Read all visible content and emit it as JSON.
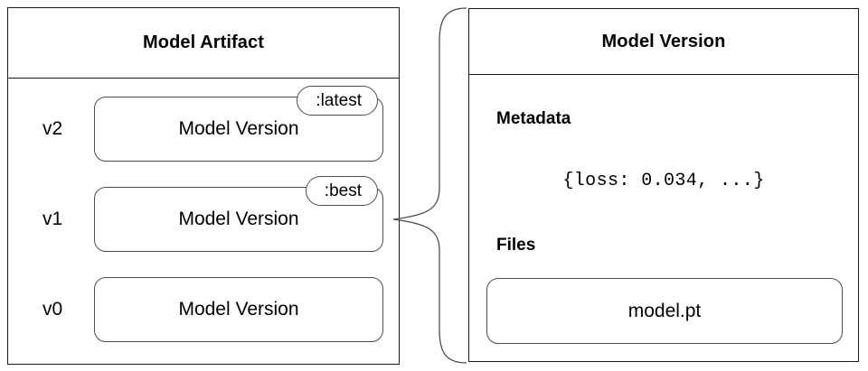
{
  "artifact_panel": {
    "title": "Model Artifact",
    "versions": [
      {
        "label": "v2",
        "box_label": "Model Version",
        "tag": ":latest"
      },
      {
        "label": "v1",
        "box_label": "Model Version",
        "tag": ":best"
      },
      {
        "label": "v0",
        "box_label": "Model Version",
        "tag": null
      }
    ]
  },
  "version_panel": {
    "title": "Model Version",
    "metadata": {
      "heading": "Metadata",
      "value": "{loss: 0.034, ...}"
    },
    "files": {
      "heading": "Files",
      "items": [
        {
          "name": "model.pt"
        }
      ]
    }
  },
  "connector": {
    "name": "brace-connector",
    "from": "v1",
    "to": "Model Version"
  },
  "colors": {
    "panel_border": "#1a1a1a",
    "box_border": "#4d4d4d",
    "background": "#ffffff",
    "text": "#000000"
  }
}
